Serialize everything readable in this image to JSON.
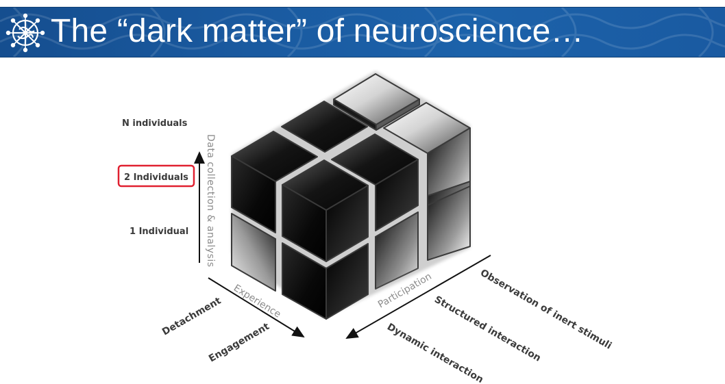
{
  "header": {
    "title": "The “dark matter” of neuroscience…",
    "logo_icon": "brain-network-icon"
  },
  "diagram": {
    "vertical_axis": {
      "title": "Data collection & analysis",
      "levels": [
        "N individuals",
        "2 Individuals",
        "1 Individual"
      ],
      "highlighted": "2 Individuals",
      "highlight_color": "#e02030"
    },
    "left_axis": {
      "title": "Experience",
      "levels": [
        "Detachment",
        "Engagement"
      ]
    },
    "right_axis": {
      "title": "Participation",
      "levels": [
        "Observation of inert stimuli",
        "Structured interaction",
        "Dynamic interaction"
      ]
    }
  }
}
